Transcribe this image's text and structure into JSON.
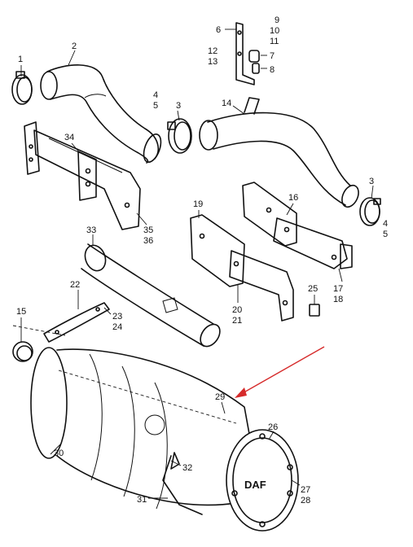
{
  "diagram": {
    "logo_text": "DAF",
    "accent_color": "#d62b2b",
    "callouts": {
      "c1": "1",
      "c2": "2",
      "c3a": "3",
      "c4a": "4",
      "c5a": "5",
      "c6": "6",
      "c7": "7",
      "c8": "8",
      "c9": "9",
      "c10": "10",
      "c11": "11",
      "c12": "12",
      "c13": "13",
      "c14": "14",
      "c3b": "3",
      "c4b": "4",
      "c5b": "5",
      "c16": "16",
      "c17": "17",
      "c18": "18",
      "c19": "19",
      "c20": "20",
      "c21": "21",
      "c22": "22",
      "c23": "23",
      "c24": "24",
      "c15": "15",
      "c25": "25",
      "c26": "26",
      "c27": "27",
      "c28": "28",
      "c29": "29",
      "c30": "30",
      "c31": "31",
      "c32": "32",
      "c33": "33",
      "c34": "34",
      "c35": "35",
      "c36": "36"
    }
  }
}
